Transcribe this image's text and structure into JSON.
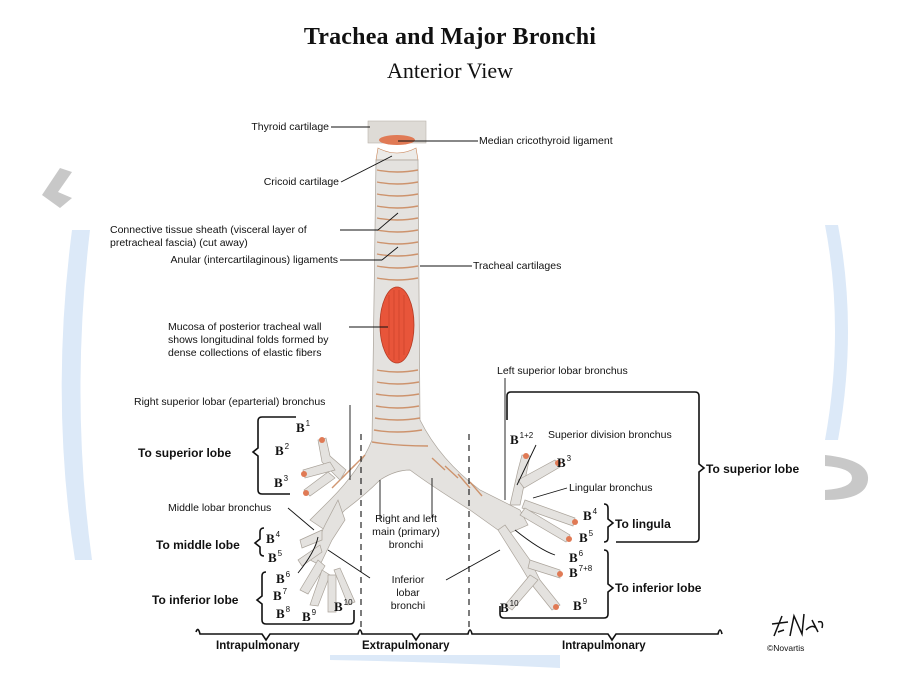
{
  "header": {
    "title": "Trachea and Major Bronchi",
    "subtitle": "Anterior View"
  },
  "labels": {
    "thyroid_cartilage": "Thyroid cartilage",
    "median_cricothyroid_ligament": "Median cricothyroid ligament",
    "cricoid_cartilage": "Cricoid cartilage",
    "connective_tissue_1": "Connective tissue sheath (visceral layer of",
    "connective_tissue_2": "pretracheal fascia) (cut away)",
    "anular_ligaments": "Anular (intercartilaginous) ligaments",
    "tracheal_cartilages": "Tracheal cartilages",
    "mucosa_1": "Mucosa of posterior tracheal wall",
    "mucosa_2": "shows longitudinal folds formed by",
    "mucosa_3": "dense collections of elastic fibers",
    "right_superior_lobar": "Right superior lobar (eparterial) bronchus",
    "left_superior_lobar": "Left superior lobar bronchus",
    "superior_division": "Superior division bronchus",
    "lingular_bronchus": "Lingular bronchus",
    "middle_lobar": "Middle lobar bronchus",
    "main_bronchi_1": "Right and left",
    "main_bronchi_2": "main (primary)",
    "main_bronchi_3": "bronchi",
    "inferior_lobar_1": "Inferior",
    "inferior_lobar_2": "lobar",
    "inferior_lobar_3": "bronchi"
  },
  "groups": {
    "right_superior": "To superior lobe",
    "right_middle": "To middle lobe",
    "right_inferior": "To inferior lobe",
    "left_superior": "To superior lobe",
    "left_lingula": "To lingula",
    "left_inferior": "To inferior lobe"
  },
  "segments": {
    "right": [
      {
        "b": "B",
        "n": "1"
      },
      {
        "b": "B",
        "n": "2"
      },
      {
        "b": "B",
        "n": "3"
      },
      {
        "b": "B",
        "n": "4"
      },
      {
        "b": "B",
        "n": "5"
      },
      {
        "b": "B",
        "n": "6"
      },
      {
        "b": "B",
        "n": "7"
      },
      {
        "b": "B",
        "n": "8"
      },
      {
        "b": "B",
        "n": "9"
      },
      {
        "b": "B",
        "n": "10"
      }
    ],
    "left": [
      {
        "b": "B",
        "n": "1+2"
      },
      {
        "b": "B",
        "n": "3"
      },
      {
        "b": "B",
        "n": "4"
      },
      {
        "b": "B",
        "n": "5"
      },
      {
        "b": "B",
        "n": "6"
      },
      {
        "b": "B",
        "n": "7+8"
      },
      {
        "b": "B",
        "n": "9"
      },
      {
        "b": "B",
        "n": "10"
      }
    ]
  },
  "regions": {
    "left_intrapulmonary": "Intrapulmonary",
    "extrapulmonary": "Extrapulmonary",
    "right_intrapulmonary": "Intrapulmonary"
  },
  "credit": {
    "copyright": "©Novartis"
  },
  "colors": {
    "tissue": "#e4e2df",
    "cartilage_line": "#c9865a",
    "mucosa": "#e8553a",
    "watermark_blue": "#dce9f8",
    "watermark_gray": "#c8c8c8"
  }
}
